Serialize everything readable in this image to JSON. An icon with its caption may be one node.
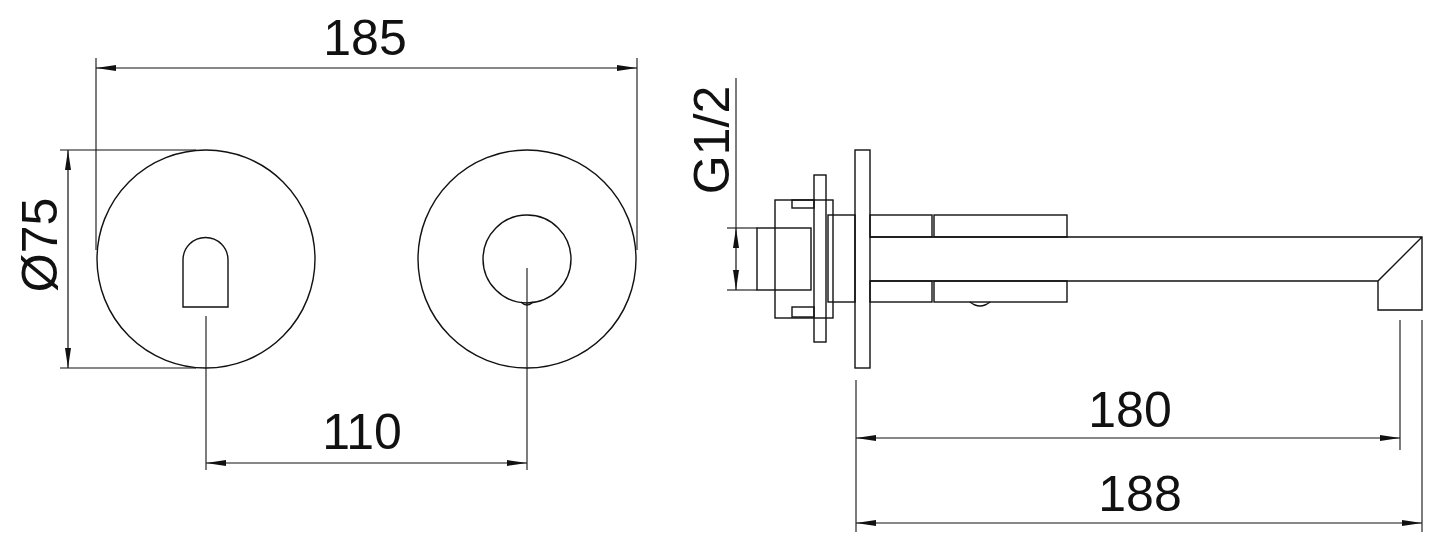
{
  "diagram": {
    "labels": [
      "185",
      "Ø75",
      "110",
      "G1/2",
      "180",
      "188"
    ]
  }
}
